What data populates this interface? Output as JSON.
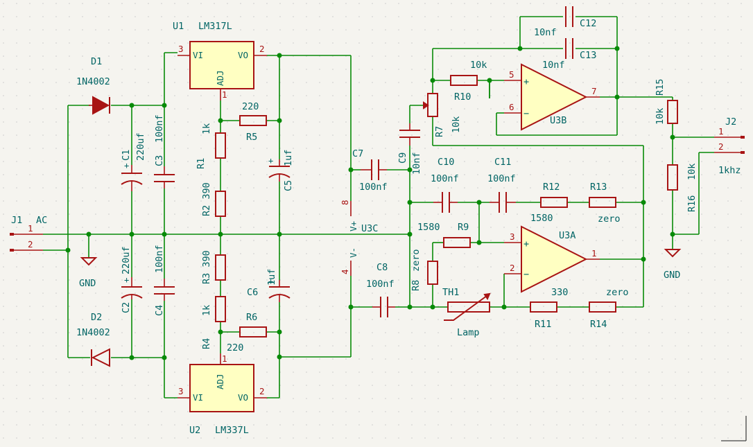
{
  "labels": {
    "u1_name": "U1",
    "u1_value": "LM317L",
    "u2_name": "U2",
    "u2_value": "LM337L",
    "u1_pin_vi": "VI",
    "u1_pin_vo": "VO",
    "u1_pin_adj": "ADJ",
    "u2_pin_vi": "VI",
    "u2_pin_vo": "VO",
    "u2_pin_adj": "ADJ",
    "u1_p3": "3",
    "u1_p2": "2",
    "u1_p1": "1",
    "u2_p3": "3",
    "u2_p2": "2",
    "u2_p1": "1",
    "d1_name": "D1",
    "d1_value": "1N4002",
    "d2_name": "D2",
    "d2_value": "1N4002",
    "c1_name": "C1",
    "c1_value": "220uf",
    "c2_name": "C2",
    "c2_value": "220uf",
    "c3_name": "C3",
    "c3_value": "100nf",
    "c4_name": "C4",
    "c4_value": "100nf",
    "c5_name": "C5",
    "c5_value": "1uf",
    "c6_name": "C6",
    "c6_value": "1uf",
    "c7_name": "C7",
    "c7_value": "100nf",
    "c8_name": "C8",
    "c8_value": "100nf",
    "c9_name": "C9",
    "c9_value": "10nf",
    "c10_name": "C10",
    "c10_value": "100nf",
    "c11_name": "C11",
    "c11_value": "100nf",
    "c12_name": "C12",
    "c12_value": "10nf",
    "c13_name": "C13",
    "c13_value": "10nf",
    "r1_name": "R1",
    "r1_value": "1k",
    "r2_name": "R2",
    "r2_value": "390",
    "r3_name": "R3",
    "r3_value": "390",
    "r4_name": "R4",
    "r4_value": "1k",
    "r5_name": "R5",
    "r5_value": "220",
    "r6_name": "R6",
    "r6_value": "220",
    "r7_name": "R7",
    "r7_value": "10k",
    "r8_name": "R8",
    "r8_value": "zero",
    "r9_name": "R9",
    "r9_value": "1580",
    "r10_name": "R10",
    "r10_value": "10k",
    "r11_name": "R11",
    "r11_value": "330",
    "r12_name": "R12",
    "r12_value": "1580",
    "r13_name": "R13",
    "r13_value": "zero",
    "r14_name": "R14",
    "r14_value": "zero",
    "r15_name": "R15",
    "r15_value": "10k",
    "r16_name": "R16",
    "r16_value": "10k",
    "th1_name": "TH1",
    "th1_value": "Lamp",
    "j1_name": "J1",
    "j1_value": "AC",
    "j2_name": "J2",
    "j2_value": "1khz",
    "j_pin1": "1",
    "j_pin2": "2",
    "j2_pin1": "1",
    "j2_pin2": "2",
    "gnd1": "GND",
    "gnd2": "GND",
    "u3a_name": "U3A",
    "u3b_name": "U3B",
    "u3c_name": "U3C",
    "u3a_p3": "3",
    "u3a_p2": "2",
    "u3a_p1": "1",
    "u3b_p5": "5",
    "u3b_p6": "6",
    "u3b_p7": "7",
    "u3c_p8": "8",
    "u3c_p4": "4",
    "vplus": "V+",
    "vminus": "V-",
    "plus": "+",
    "minus": "−"
  },
  "colors": {
    "background": "#f5f4ef",
    "symbol": "#a81414",
    "symbol_fill": "#ffffc2",
    "wire": "#088a08",
    "text": "#006464"
  }
}
